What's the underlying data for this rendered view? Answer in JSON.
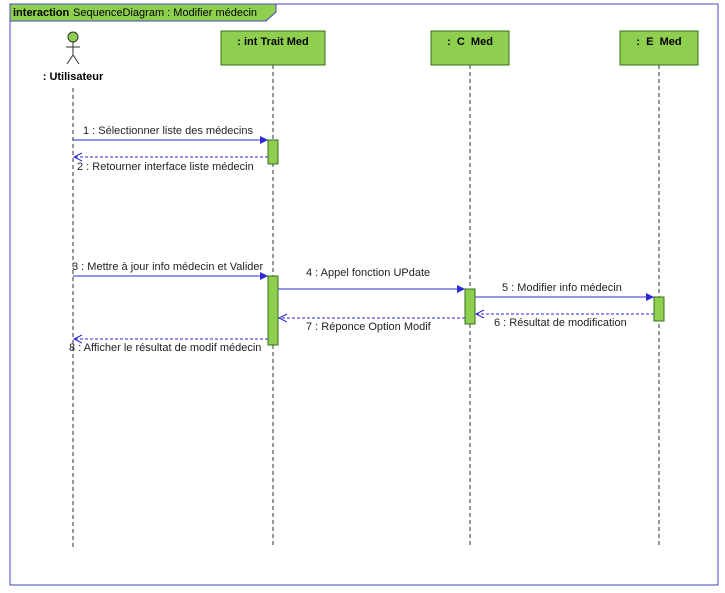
{
  "frame": {
    "keyword": "interaction",
    "title": "SequenceDiagram : Modifier médecin",
    "border_color": "#4a4ab8",
    "tab_color": "#8fcf4f"
  },
  "actor": {
    "label": ": Utilisateur",
    "color": "#8fcf4f"
  },
  "lifelines": [
    {
      "id": "ui",
      "label": ": int Trait Med"
    },
    {
      "id": "c",
      "label": ":  C  Med"
    },
    {
      "id": "e",
      "label": ":  E  Med"
    }
  ],
  "messages": [
    {
      "label": "1 : Sélectionner liste des médecins",
      "type": "call"
    },
    {
      "label": "2 : Retourner interface liste médecin",
      "type": "return"
    },
    {
      "label": "3 : Mettre à jour info médecin et Valider",
      "type": "call"
    },
    {
      "label": "4 : Appel fonction UPdate",
      "type": "call"
    },
    {
      "label": "5 : Modifier info médecin",
      "type": "call"
    },
    {
      "label": "6 : Résultat de modification",
      "type": "return"
    },
    {
      "label": "7 : Réponce Option Modif",
      "type": "return"
    },
    {
      "label": "8 : Afficher le résultat de modif médecin",
      "type": "return"
    }
  ],
  "colors": {
    "box_fill": "#8fcf4f",
    "box_stroke": "#3a6f1a",
    "activation_fill": "#8fcf4f",
    "message_color": "#2b2bd0",
    "lifeline_color": "#333333"
  }
}
